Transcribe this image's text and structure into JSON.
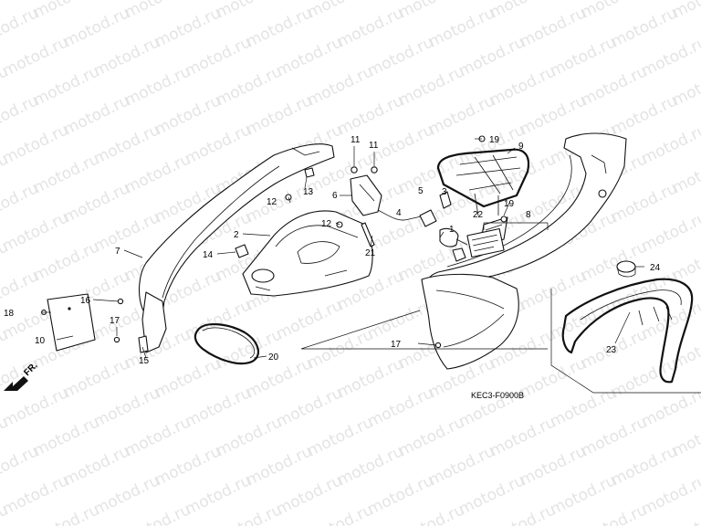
{
  "watermark": "motod.ru",
  "diagram_code": "KEC3-F0900B",
  "front_marker": "FR.",
  "callouts": [
    "1",
    "2",
    "3",
    "4",
    "5",
    "6",
    "7",
    "8",
    "9",
    "10",
    "11",
    "11",
    "12",
    "12",
    "13",
    "14",
    "15",
    "16",
    "17",
    "17",
    "18",
    "19",
    "19",
    "20",
    "21",
    "22",
    "23",
    "24"
  ]
}
